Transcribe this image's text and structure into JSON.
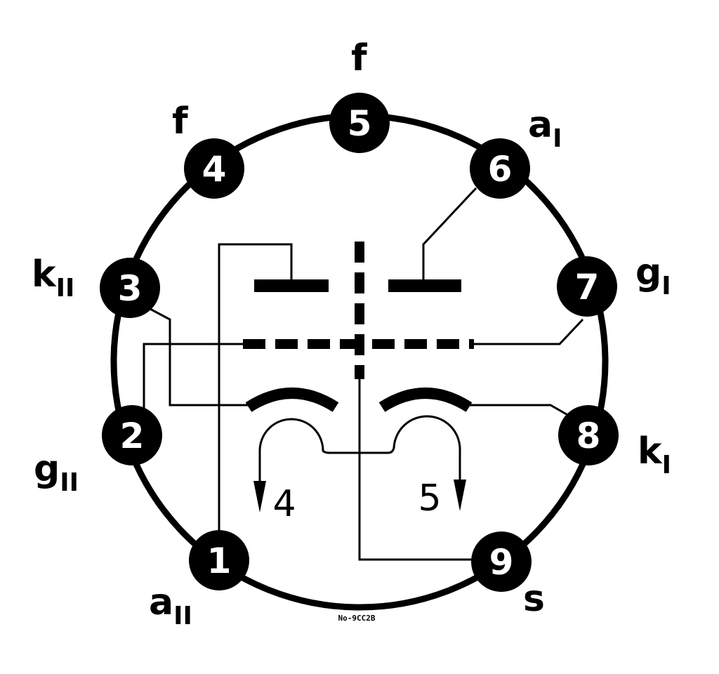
{
  "pins": [
    {
      "num": "1",
      "label": "a",
      "sub": "II"
    },
    {
      "num": "2",
      "label": "g",
      "sub": "II"
    },
    {
      "num": "3",
      "label": "k",
      "sub": "II"
    },
    {
      "num": "4",
      "label": "f",
      "sub": ""
    },
    {
      "num": "5",
      "label": "f",
      "sub": ""
    },
    {
      "num": "6",
      "label": "a",
      "sub": "I"
    },
    {
      "num": "7",
      "label": "g",
      "sub": "I"
    },
    {
      "num": "8",
      "label": "k",
      "sub": "I"
    },
    {
      "num": "9",
      "label": "s",
      "sub": ""
    }
  ],
  "heater_arrows": {
    "left": "4",
    "right": "5"
  },
  "diagram_code": "No-9CC2B",
  "colors": {
    "ink": "#000000",
    "paper": "#ffffff"
  }
}
